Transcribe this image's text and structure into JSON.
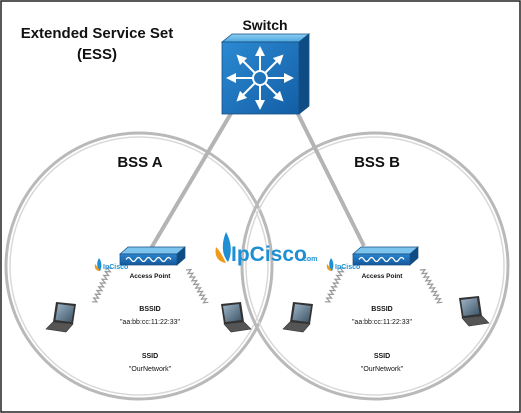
{
  "diagram": {
    "title_line1": "Extended Service Set",
    "title_line2": "(ESS)",
    "switch_label": "Switch",
    "watermark": {
      "brand_main": "IpCisco",
      "brand_suffix": ".com",
      "small_text": "IpCisco",
      "colors": {
        "blue": "#1f8fd3",
        "orange": "#f09a1a"
      }
    },
    "bss": [
      {
        "name": "BSS A",
        "access_point_label": "Access Point",
        "bssid_label": "BSSID",
        "bssid_value": "\"aa:bb:cc:11:22:33\"",
        "ssid_label": "SSID",
        "ssid_value": "\"OurNetwork\""
      },
      {
        "name": "BSS B",
        "access_point_label": "Access Point",
        "bssid_label": "BSSID",
        "bssid_value": "\"aa:bb:cc:11:22:33\"",
        "ssid_label": "SSID",
        "ssid_value": "\"OurNetwork\""
      }
    ],
    "colors": {
      "device_blue": "#1e6fb8",
      "device_light": "#5eb7ea",
      "link_gray": "#b4b4b4",
      "border": "#222222"
    },
    "icons": [
      "switch-icon",
      "access-point-icon",
      "laptop-icon",
      "wireless-signal-icon"
    ]
  }
}
